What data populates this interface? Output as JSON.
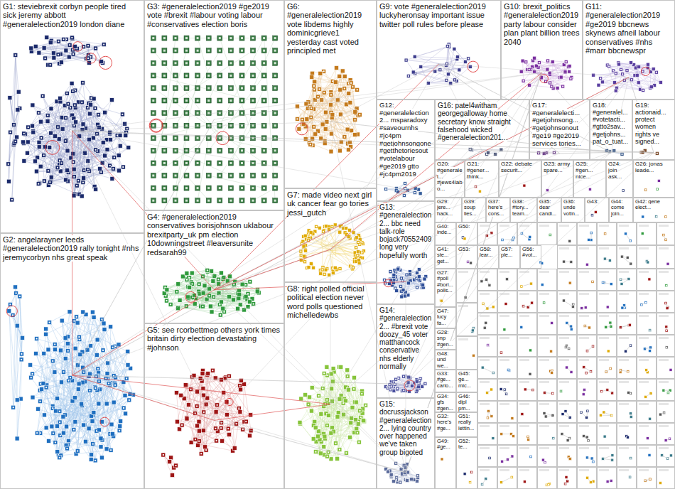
{
  "diagram": {
    "nodes": [
      {
        "text": [
          "G1: steviebrexit corbyn people tired sick jeremy abbott #generalelection2019 london diane"
        ]
      },
      {
        "text": [
          "G2: angelarayner leeds #generalelection2019 rally tonight #nhs jeremycorbyn nhs great speak"
        ]
      },
      {
        "text": [
          "G3: #generalelection2019 #ge2019 vote #brexit #labour voting labour #conservatives election boris"
        ]
      },
      {
        "text": [
          "G4: #generalelection2019 conservatives borisjohnson uklabour brexitparty_uk pm election 10downingstreet #leaversunite redsarah99"
        ]
      },
      {
        "text": [
          "G5: see rcorbettmep others york times britain dirty election devastating #johnson"
        ]
      },
      {
        "text": [
          "G6: #generalelection2019 vote libdems highly dominicgrieve1 yesterday cast voted principled met"
        ]
      },
      {
        "text": [
          "G7: made video next girl uk cancer fear go tories jessi_gutch"
        ]
      },
      {
        "text": [
          "G8: right polled official political election never word polls questioned michelledewbs"
        ]
      },
      {
        "text": [
          "G9: vote #generalelection2019 luckyheronsay important issue twitter poll rules before please"
        ]
      },
      {
        "text": [
          "G10: brexit_politics #generalelection2019 party labour consider plan plant billion trees 2040"
        ]
      },
      {
        "text": [
          "G11: #generalelection2019 #ge2019 bbcnews skynews afneil labour conservatives #nhs #marr bbcnewspr"
        ]
      },
      {
        "text": [
          "G12: #generalelection2... msparadoxy #saveournhs #jc4pm #getjohnsongone #getthetoriesout #votelabour #ge2019 gtto #jc4pm2019"
        ]
      },
      {
        "text": [
          "G16: patel4witham georgegalloway home secretary know straight falsehood wicked #generalelection201..."
        ]
      },
      {
        "text": [
          "G17: #generalelecti... #getjohnsong... #getjohnsonout #ge19 #ge2019 services tories..."
        ]
      },
      {
        "text": [
          "G18: #generalel... #votetacti... #gtto2sav... #getjohns... pat_o_tuat..."
        ]
      },
      {
        "text": [
          "G19: actionaid... protect women rights ve signed..."
        ]
      },
      {
        "text": [
          "G13: #generalelection2... bbc need talk-role bojack70552409 long very hopefully worth"
        ]
      },
      {
        "text": [
          "G14: #generalelection2... #brexit vote doozy_45 voter matthancock conservative nhs elderly normally"
        ]
      },
      {
        "text": [
          "G15: docrussjackson #generalelection2... lying country over happened we've taken group bigoted"
        ]
      },
      {
        "text": [
          "G20: #generalel... #jews4labo..."
        ]
      },
      {
        "text": [
          "G21: #gener... think..."
        ]
      },
      {
        "text": [
          "G22: debate securit..."
        ]
      },
      {
        "text": [
          "G23: army spare..."
        ]
      },
      {
        "text": [
          "G25: #gen... nice..."
        ]
      },
      {
        "text": [
          "G24: join ask..."
        ]
      },
      {
        "text": [
          "G26: jonas leade..."
        ]
      },
      {
        "text": [
          "G29: jere... hack..."
        ]
      },
      {
        "text": [
          "G39: soup lies..."
        ]
      },
      {
        "text": [
          "G37: here's cons..."
        ]
      },
      {
        "text": [
          "G38: #tory... team..."
        ]
      },
      {
        "text": [
          "G35: dear candi..."
        ]
      },
      {
        "text": [
          "G36: unde votin..."
        ]
      },
      {
        "text": [
          "G43:"
        ]
      },
      {
        "text": [
          "G44: come join..."
        ]
      },
      {
        "text": [
          "G42: gene elect..."
        ]
      },
      {
        "text": [
          "G40: inde..."
        ]
      },
      {
        "text": [
          "G50:"
        ]
      },
      {
        "text": [
          "G41: ste... get..."
        ]
      },
      {
        "text": [
          "G53:"
        ]
      },
      {
        "text": [
          "G58: lear..."
        ]
      },
      {
        "text": [
          "G57: ple..."
        ]
      },
      {
        "text": [
          "G56: #vot..."
        ]
      },
      {
        "text": [
          "G27: #poll #bori... polls..."
        ]
      },
      {
        "text": [
          "G47: lucy fa..."
        ]
      },
      {
        "text": [
          "G28: snp #gen..."
        ]
      },
      {
        "text": [
          "G48: und we..."
        ]
      },
      {
        "text": [
          "G33: #ge... carlo..."
        ]
      },
      {
        "text": [
          "G45: ge... mic..."
        ]
      },
      {
        "text": [
          "G34: gfs #gen..."
        ]
      },
      {
        "text": [
          "G46: dipl pm..."
        ]
      },
      {
        "text": [
          "G32: here's #ge..."
        ]
      },
      {
        "text": [
          "G51: really lettin..."
        ]
      },
      {
        "text": [
          "G49: #ge..."
        ]
      },
      {
        "text": [
          "G52: te..."
        ]
      }
    ]
  }
}
